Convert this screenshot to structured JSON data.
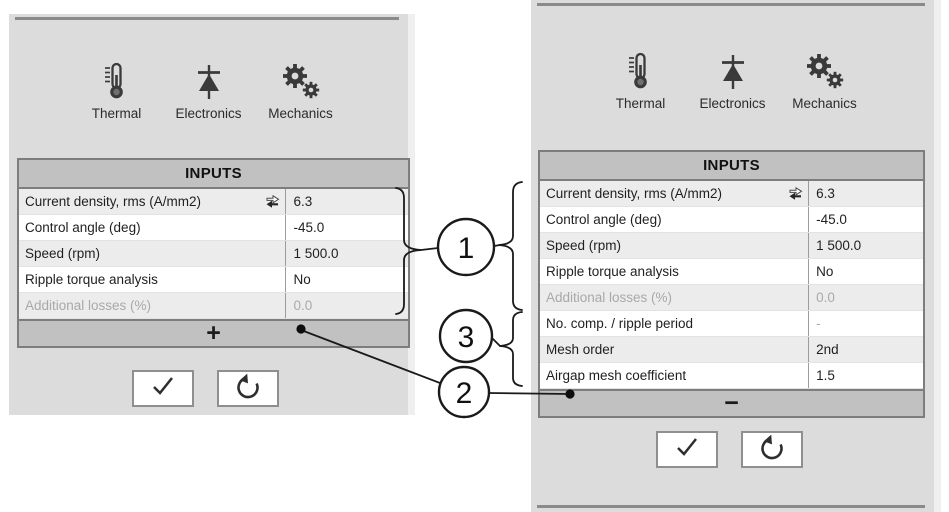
{
  "colors": {
    "panel_bg": "#dcdcdc",
    "table_header_bg": "#c1c1c1",
    "table_border": "#7d7d7d",
    "row_alt_bg": "#ececec",
    "muted_text": "#a9a9a9",
    "panel_edge_line": "#8a8a8a",
    "icon_color": "#3a3a3a"
  },
  "left_panel": {
    "toolbar": {
      "items": [
        {
          "icon": "thermometer-icon",
          "label": "Thermal"
        },
        {
          "icon": "diode-icon",
          "label": "Electronics"
        },
        {
          "icon": "gears-icon",
          "label": "Mechanics"
        }
      ]
    },
    "inputs_table": {
      "title": "INPUTS",
      "rows": [
        {
          "label": "Current density, rms (A/mm2)",
          "value": "6.3",
          "icon": "swap-arrows-icon"
        },
        {
          "label": "Control angle (deg)",
          "value": "-45.0"
        },
        {
          "label": "Speed (rpm)",
          "value": "1 500.0"
        },
        {
          "label": "Ripple torque analysis",
          "value": "No"
        },
        {
          "label": "Additional losses (%)",
          "value": "0.0",
          "state": "disabled"
        }
      ],
      "expand_button_label": "+"
    },
    "actions": {
      "confirm_icon": "check-icon",
      "reset_icon": "undo-icon"
    }
  },
  "right_panel": {
    "toolbar": {
      "items": [
        {
          "icon": "thermometer-icon",
          "label": "Thermal"
        },
        {
          "icon": "diode-icon",
          "label": "Electronics"
        },
        {
          "icon": "gears-icon",
          "label": "Mechanics"
        }
      ]
    },
    "inputs_table": {
      "title": "INPUTS",
      "rows": [
        {
          "label": "Current density, rms (A/mm2)",
          "value": "6.3",
          "icon": "swap-arrows-icon"
        },
        {
          "label": "Control angle (deg)",
          "value": "-45.0"
        },
        {
          "label": "Speed (rpm)",
          "value": "1 500.0"
        },
        {
          "label": "Ripple torque analysis",
          "value": "No"
        },
        {
          "label": "Additional losses (%)",
          "value": "0.0",
          "state": "disabled"
        },
        {
          "label": "No. comp. / ripple period",
          "value": "-",
          "state": "value-disabled"
        },
        {
          "label": "Mesh order",
          "value": "2nd"
        },
        {
          "label": "Airgap mesh coefficient",
          "value": "1.5"
        }
      ],
      "collapse_button_label": "−"
    },
    "actions": {
      "confirm_icon": "check-icon",
      "reset_icon": "undo-icon"
    }
  },
  "callouts": {
    "one": "1",
    "two": "2",
    "three": "3"
  }
}
